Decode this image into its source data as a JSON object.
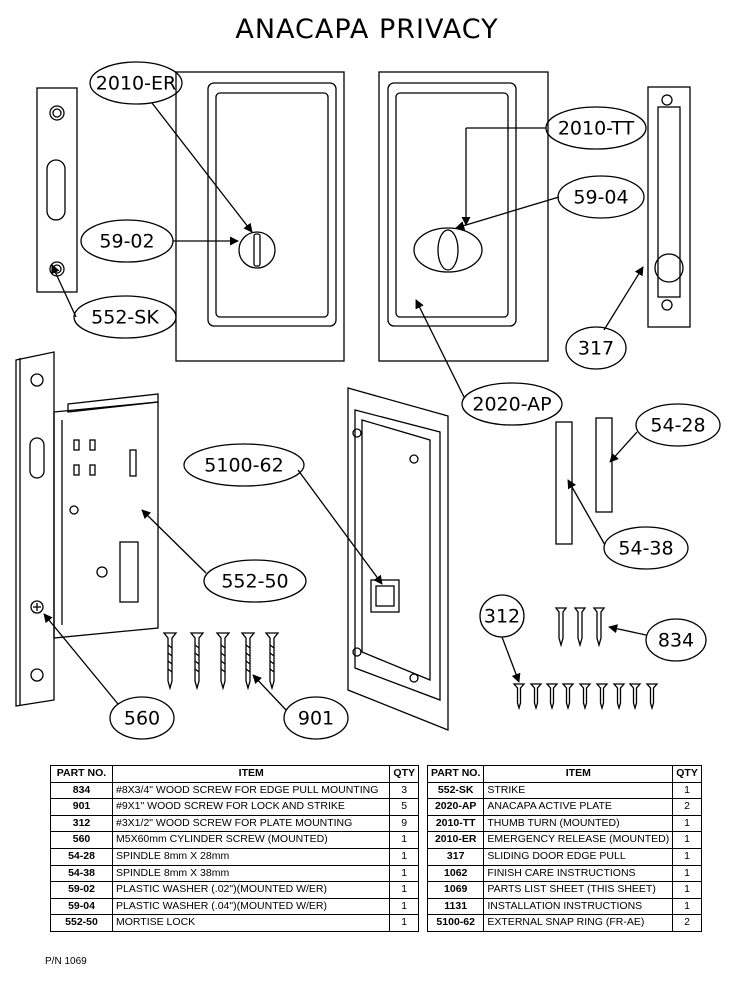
{
  "title": "ANACAPA PRIVACY",
  "callouts": {
    "c2010er": "2010-ER",
    "c5902": "59-02",
    "c552sk": "552-SK",
    "c2010tt": "2010-TT",
    "c5904": "59-04",
    "c317": "317",
    "c2020ap": "2020-AP",
    "c5428": "54-28",
    "c5438": "54-38",
    "c510062": "5100-62",
    "c55250": "552-50",
    "c312": "312",
    "c834": "834",
    "c560": "560",
    "c901": "901"
  },
  "table": {
    "headers": {
      "part": "PART NO.",
      "item": "ITEM",
      "qty": "QTY"
    },
    "left": [
      {
        "part": "834",
        "item": "#8X3/4\" WOOD SCREW FOR EDGE PULL MOUNTING",
        "qty": "3"
      },
      {
        "part": "901",
        "item": "#9X1\" WOOD SCREW FOR LOCK AND STRIKE",
        "qty": "5"
      },
      {
        "part": "312",
        "item": "#3X1/2\" WOOD SCREW FOR PLATE MOUNTING",
        "qty": "9"
      },
      {
        "part": "560",
        "item": "M5X60mm CYLINDER SCREW (MOUNTED)",
        "qty": "1"
      },
      {
        "part": "54-28",
        "item": "SPINDLE 8mm X 28mm",
        "qty": "1"
      },
      {
        "part": "54-38",
        "item": "SPINDLE 8mm X 38mm",
        "qty": "1"
      },
      {
        "part": "59-02",
        "item": "PLASTIC WASHER (.02\")(MOUNTED   W/ER)",
        "qty": "1"
      },
      {
        "part": "59-04",
        "item": "PLASTIC WASHER (.04\")(MOUNTED   W/ER)",
        "qty": "1"
      },
      {
        "part": "552-50",
        "item": "MORTISE LOCK",
        "qty": "1"
      }
    ],
    "right": [
      {
        "part": "552-SK",
        "item": "STRIKE",
        "qty": "1"
      },
      {
        "part": "2020-AP",
        "item": "ANACAPA ACTIVE PLATE",
        "qty": "2"
      },
      {
        "part": "2010-TT",
        "item": "THUMB TURN (MOUNTED)",
        "qty": "1"
      },
      {
        "part": "2010-ER",
        "item": "EMERGENCY RELEASE (MOUNTED)",
        "qty": "1"
      },
      {
        "part": "317",
        "item": "SLIDING DOOR EDGE PULL",
        "qty": "1"
      },
      {
        "part": "1062",
        "item": "FINISH CARE INSTRUCTIONS",
        "qty": "1"
      },
      {
        "part": "1069",
        "item": "PARTS LIST SHEET (THIS SHEET)",
        "qty": "1"
      },
      {
        "part": "1131",
        "item": "INSTALLATION INSTRUCTIONS",
        "qty": "1"
      },
      {
        "part": "5100-62",
        "item": "EXTERNAL SNAP RING (FR-AE)",
        "qty": "2"
      }
    ]
  },
  "footer": {
    "pn": "P/N  1069"
  }
}
